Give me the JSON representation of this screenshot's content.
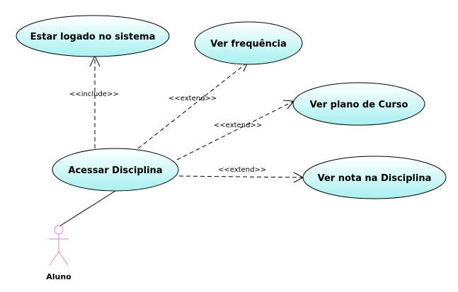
{
  "use_cases": {
    "logado": "Estar logado no sistema",
    "frequencia": "Ver frequência",
    "plano": "Ver plano de Curso",
    "nota": "Ver nota na Disciplina",
    "acessar": "Acessar Disciplina"
  },
  "relations": {
    "include": "<<include>>",
    "extend_frequencia": "<<extend>>",
    "extend_plano": "<<extend>>",
    "extend_nota": "<<extend>>"
  },
  "actor": {
    "label": "Aluno",
    "color": "#e080e0"
  },
  "colors": {
    "usecase_fill_light": "#ffffff",
    "usecase_fill_dark": "#a8f0f0"
  }
}
